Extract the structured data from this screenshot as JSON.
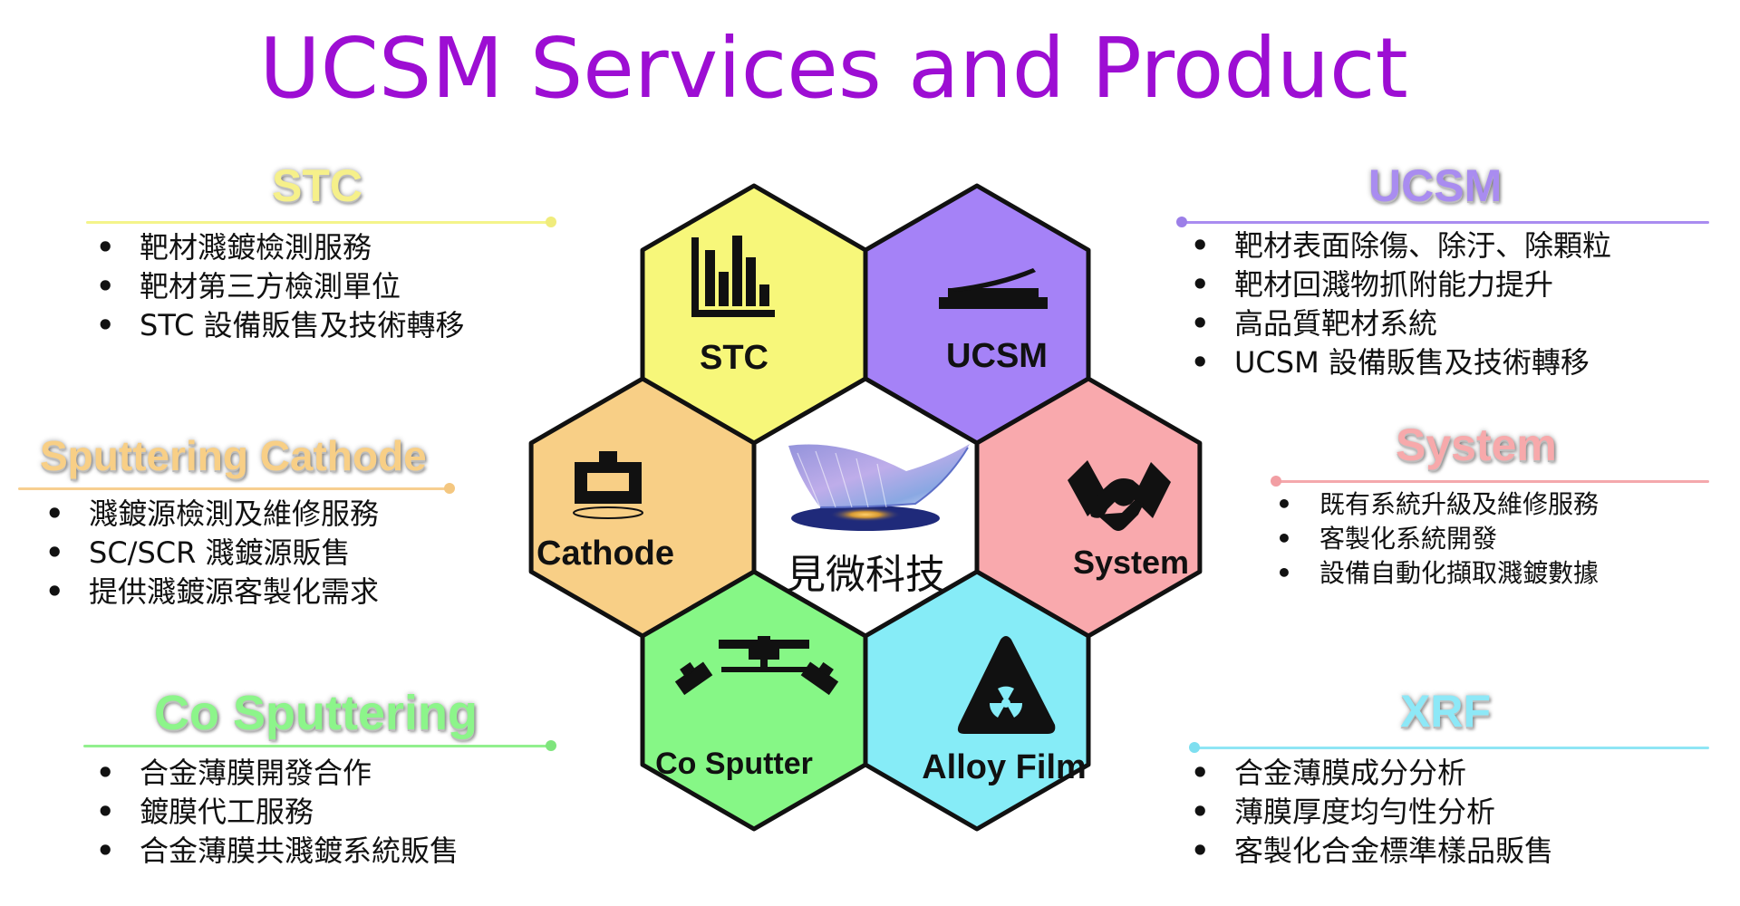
{
  "title": "UCSM Services and Product",
  "colors": {
    "title": "#9d0ed3",
    "stc": "#f7f77a",
    "ucsm": "#a582f7",
    "cathode": "#f8cf86",
    "system": "#f9a9ad",
    "co_sputter": "#86f786",
    "alloy": "#86ecf7",
    "center": "#ffffff",
    "hex_border": "#111111"
  },
  "hexagons": {
    "stc": {
      "label": "STC",
      "icon": "bar-chart-icon"
    },
    "ucsm": {
      "label": "UCSM",
      "icon": "bent-plate-icon"
    },
    "cathode": {
      "label": "Cathode",
      "icon": "cathode-icon"
    },
    "center": {
      "label": "見微科技",
      "icon": "film-logo-icon"
    },
    "system": {
      "label": "System",
      "icon": "handshake-icon"
    },
    "co_sputter": {
      "label": "Co Sputter",
      "icon": "co-sputter-icon"
    },
    "alloy": {
      "label": "Alloy Film",
      "icon": "radiation-icon"
    }
  },
  "sections": {
    "stc": {
      "heading": "STC",
      "heading_color": "#f6f08a",
      "items": [
        "靶材濺鍍檢測服務",
        "靶材第三方檢測單位",
        "STC 設備販售及技術轉移"
      ]
    },
    "sputtering_cathode": {
      "heading": "Sputtering Cathode",
      "heading_color": "#f8cf86",
      "items": [
        "濺鍍源檢測及維修服務",
        "SC/SCR 濺鍍源販售",
        "提供濺鍍源客製化需求"
      ]
    },
    "co_sputtering": {
      "heading": "Co Sputtering",
      "heading_color": "#8cf58a",
      "items": [
        "合金薄膜開發合作",
        "鍍膜代工服務",
        "合金薄膜共濺鍍系統販售"
      ]
    },
    "ucsm": {
      "heading": "UCSM",
      "heading_color": "#a98cf0",
      "items": [
        "靶材表面除傷、除汙、除顆粒",
        "靶材回濺物抓附能力提升",
        "高品質靶材系統",
        "UCSM 設備販售及技術轉移"
      ]
    },
    "system": {
      "heading": "System",
      "heading_color": "#f7a9ab",
      "items": [
        "既有系統升級及維修服務",
        "客製化系統開發",
        "設備自動化擷取濺鍍數據"
      ]
    },
    "xrf": {
      "heading": "XRF",
      "heading_color": "#8de8f7",
      "items": [
        "合金薄膜成分分析",
        "薄膜厚度均勻性分析",
        "客製化合金標準樣品販售"
      ]
    }
  }
}
